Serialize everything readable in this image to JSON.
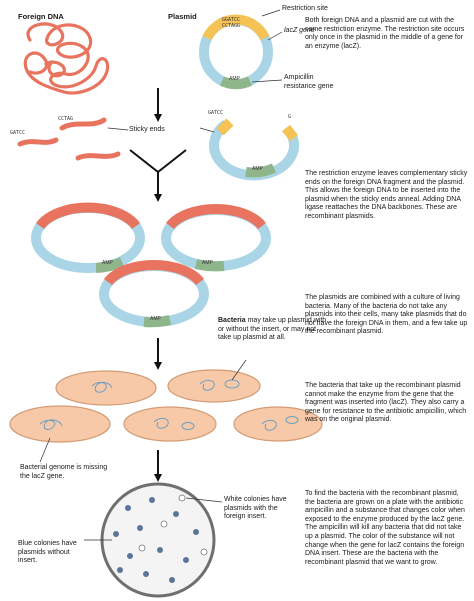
{
  "headers": {
    "foreign_dna": "Foreign DNA",
    "plasmid": "Plasmid"
  },
  "labels": {
    "restriction_site": "Restriction site",
    "lacz_gene": "lacZ gene",
    "ampicillin_gene": "Ampicillin resistance gene",
    "sticky_ends": "Sticky ends",
    "bacteria_text": "may take up plasmid with or without the insert, or may not take up plasmid at all.",
    "bacteria_bold": "Bacteria",
    "bacterial_genome": "Bacterial genome is missing the lacZ gene.",
    "white_colonies": "White colonies have plasmids with the foreign insert.",
    "blue_colonies": "Blue colonies have plasmids without insert.",
    "amp": "AMP",
    "site_top": "GGATCC",
    "site_bottom": "CCTAGG",
    "end_a": "GATCC",
    "end_b": "G",
    "end_c": "CCTAG"
  },
  "descriptions": [
    "Both foreign DNA and a plasmid are cut with the same restriction enzyme. The restriction site occurs only once in the plasmid in the middle of a gene for an enzyme (lacZ).",
    "The restriction enzyme leaves complementary sticky ends on the foreign DNA fragment and the plasmid. This allows the foreign DNA to be inserted into the plasmid when the sticky ends anneal. Adding DNA ligase reattaches the DNA backbones. These are recombinant plasmids.",
    "The plasmids are combined with a culture of living bacteria. Many of the bacteria do not take any plasmids into their cells, many take plasmids that do not have the foreign DNA in them, and a few take up the recombinant plasmid.",
    "The bacteria that take up the recombinant plasmid cannot make the enzyme from the gene that the fragment was inserted into (lacZ). They also carry a gene for resistance to the antibiotic ampicillin, which was on the original plasmid.",
    "To find the bacteria with the recombinant plasmid, the bacteria are grown on a plate with the antibiotic ampicillin and a substance that changes color when exposed to the enzyme produced by the lacZ gene. The ampicillin will kill any bacteria that did not take up a plasmid. The color of the substance will not change when the gene for lacZ contains the foreign DNA insert. These are the bacteria with the recombinant plasmid that we want to grow."
  ],
  "colors": {
    "dna": "#e8735e",
    "plasmid": "#a9d5e6",
    "amp": "#8fb58b",
    "site": "#f4c255",
    "cell": "#f7c9a8",
    "cell_edge": "#d39a73",
    "blue_colony": "#5a7599",
    "plate_edge": "#6f6f6f"
  }
}
